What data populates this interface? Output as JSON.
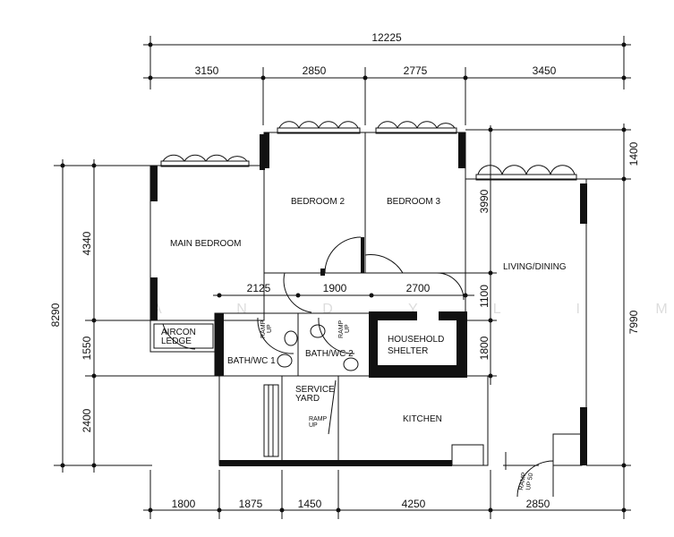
{
  "dimensions": {
    "overall_width": "12225",
    "top": [
      "3150",
      "2850",
      "2775",
      "3450"
    ],
    "middle": [
      "2125",
      "1900",
      "2700"
    ],
    "bottom": [
      "1800",
      "1875",
      "1450",
      "4250",
      "2850"
    ],
    "left_overall": "8290",
    "left": [
      "4340",
      "1550",
      "2400"
    ],
    "right_inner": [
      "3990",
      "1100",
      "1800"
    ],
    "right_outer": [
      "1400",
      "7990"
    ]
  },
  "rooms": {
    "main_bedroom": "MAIN BEDROOM",
    "bedroom_2": "BEDROOM 2",
    "bedroom_3": "BEDROOM 3",
    "living_dining": "LIVING/DINING",
    "aircon_ledge": [
      "AIRCON",
      "LEDGE"
    ],
    "bath_1": "BATH/WC 1",
    "bath_2": "BATH/WC 2",
    "household_shelter": [
      "HOUSEHOLD",
      "SHELTER"
    ],
    "service_yard": [
      "SERVICE",
      "YARD"
    ],
    "kitchen": "KITCHEN"
  },
  "annotations": {
    "ramp_up": [
      "RAMP",
      "UP"
    ],
    "ramp_up_50": [
      "RAMP",
      "UP 50"
    ]
  },
  "watermark": "A N D Y L I M 林佳俊"
}
